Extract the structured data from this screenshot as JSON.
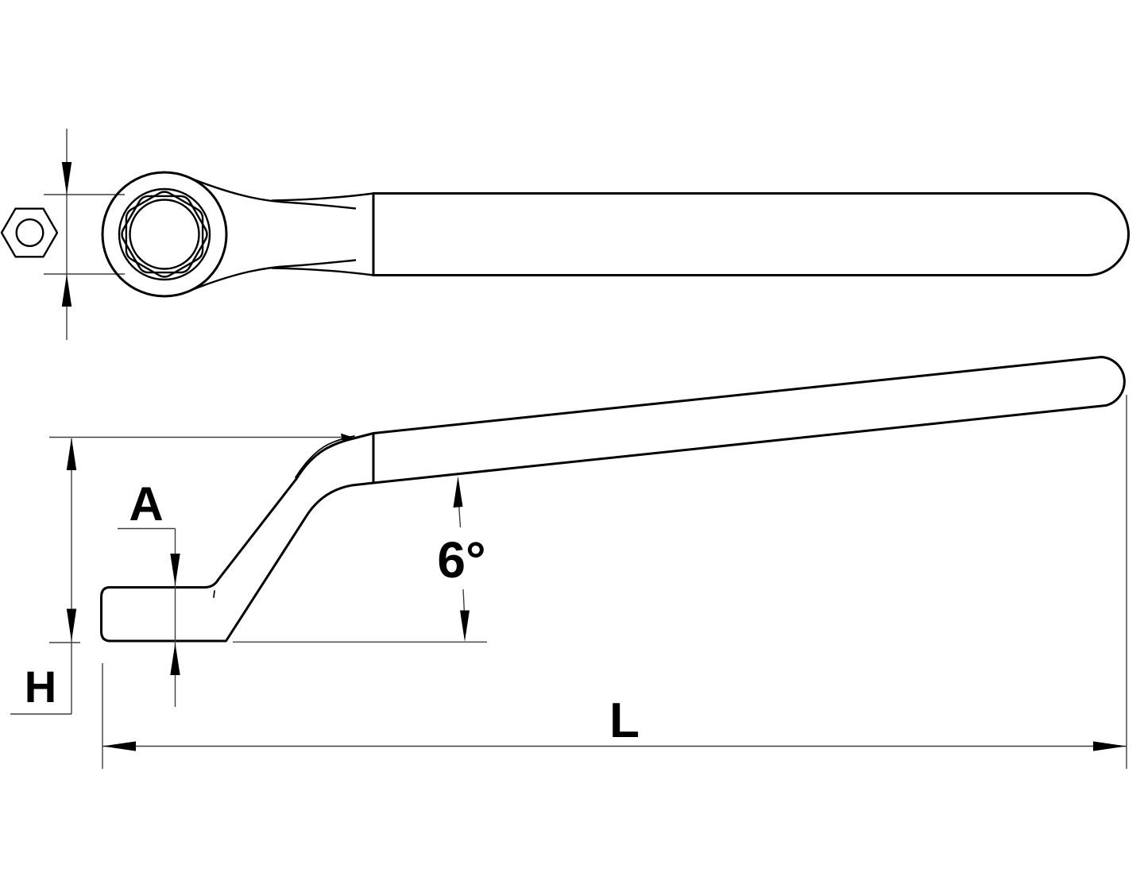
{
  "drawing": {
    "background_color": "#ffffff",
    "part_line_color": "#000000",
    "dimension_line_color": "#3f3f3f",
    "labels": {
      "head_thickness": "A",
      "overall_height": "H",
      "overall_length": "L",
      "handle_angle": "6°"
    }
  }
}
